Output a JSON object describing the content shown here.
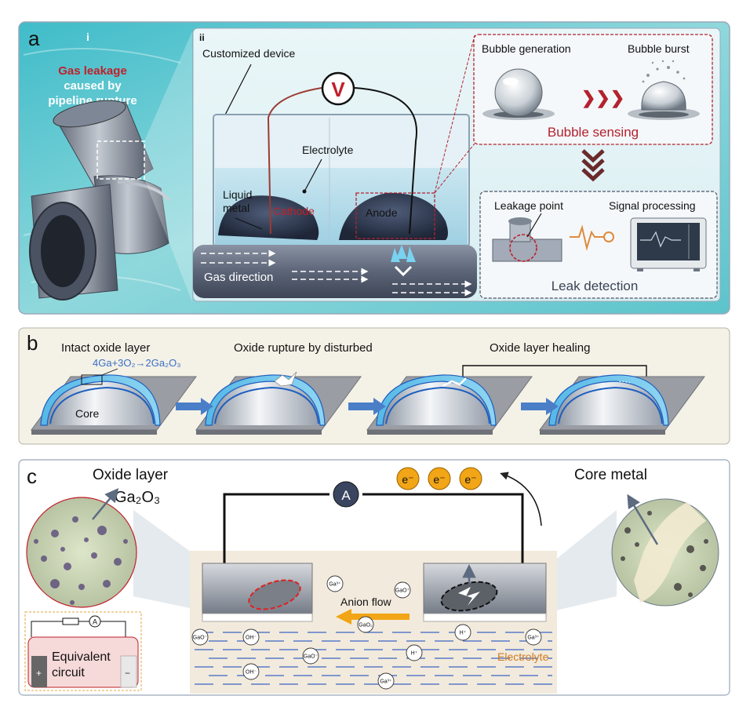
{
  "panel_a": {
    "letter": "a",
    "sub_i": "i",
    "sub_ii": "ii",
    "gas_title_line1": "Gas leakage",
    "gas_title_line2": "caused by",
    "gas_title_line3": "pipeline rupture",
    "customized_device": "Customized device",
    "voltmeter": "V",
    "electrolyte": "Electrolyte",
    "liquid_metal_1": "Liquid",
    "liquid_metal_2": "metal",
    "cathode": "Cathode",
    "anode": "Anode",
    "gas_direction": "Gas direction",
    "bubble_generation": "Bubble generation",
    "bubble_burst": "Bubble burst",
    "bubble_sensing": "Bubble sensing",
    "leakage_point": "Leakage point",
    "signal_processing": "Signal processing",
    "leak_detection": "Leak detection"
  },
  "panel_b": {
    "letter": "b",
    "intact_oxide": "Intact oxide layer",
    "reaction": "4Ga+3O₂→2Ga₂O₃",
    "core": "Core",
    "oxide_rupture": "Oxide rupture by disturbed",
    "oxide_healing": "Oxide layer healing"
  },
  "panel_c": {
    "letter": "c",
    "oxide_layer": "Oxide layer",
    "ga2o3": "Ga₂O₃",
    "core_metal": "Core metal",
    "ammeter": "A",
    "electron": "e⁻",
    "anion_flow": "Anion flow",
    "electrolyte": "Electrolyte",
    "equivalent_1": "Equivalent",
    "equivalent_2": "circuit",
    "plus": "+",
    "minus": "−",
    "ammeter_small": "A",
    "ions": [
      "Ga³⁺",
      "GaO⁺",
      "GaO₂",
      "GaO⁻",
      "OH⁻",
      "GaO⁻",
      "H⁺",
      "H⁺",
      "Ga³⁺",
      "OH⁻",
      "Ga³⁺"
    ]
  },
  "colors": {
    "red_label": "#c0202a",
    "blue_accent": "#3b6fc7",
    "panel_border": "#9aa8b8",
    "orange": "#f2a516"
  }
}
